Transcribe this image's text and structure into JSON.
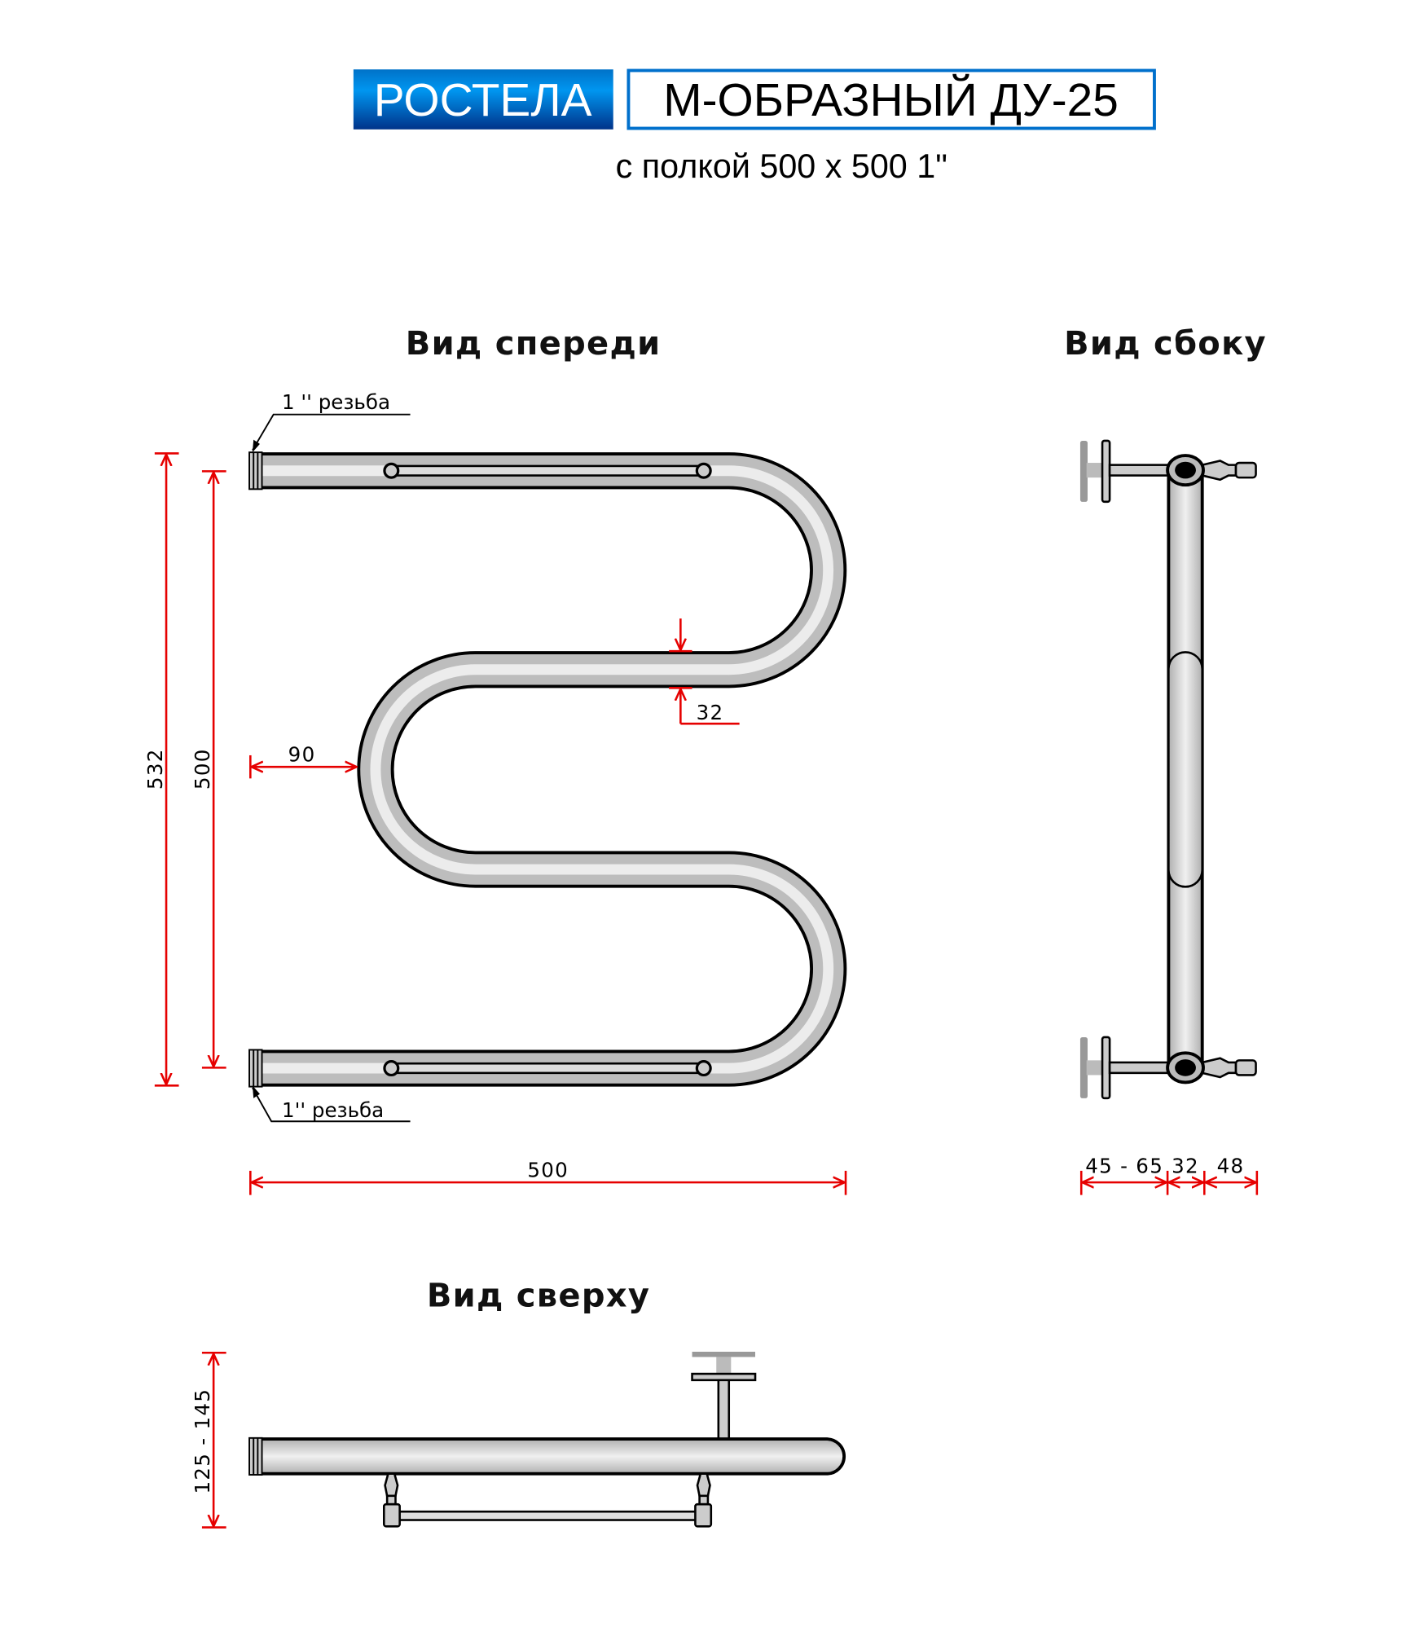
{
  "header": {
    "brand": "РОСТЕЛА",
    "model": "М-ОБРАЗНЫЙ ДУ-25",
    "subtitle": "с полкой 500 х 500 1\"",
    "brand_color": "#0070cc"
  },
  "views": {
    "front": {
      "title": "Вид спереди",
      "thread_top": "1 '' резьба",
      "thread_bottom": "1'' резьба",
      "dim_total_height": "532",
      "dim_axis_height": "500",
      "dim_offset": "90",
      "dim_pipe_diameter": "32",
      "dim_width": "500"
    },
    "side": {
      "title": "Вид сбоку",
      "dim_wall": "45 - 65",
      "dim_pipe": "32",
      "dim_shelf": "48"
    },
    "top": {
      "title": "Вид сверху",
      "dim_depth": "125 - 145"
    }
  },
  "colors": {
    "dimension": "#e60000",
    "pipe": "#c4c4c4"
  }
}
